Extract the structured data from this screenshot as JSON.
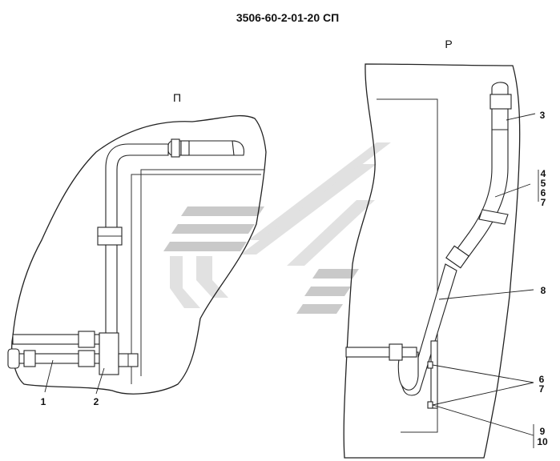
{
  "title": "3506-60-2-01-20 СП",
  "views": {
    "left": "П",
    "right": "Р"
  },
  "callouts": {
    "c1": "1",
    "c2": "2",
    "c3": "3",
    "c4": "4",
    "c5": "5",
    "c6": "6",
    "c7": "7",
    "c8": "8",
    "c6b": "6",
    "c7b": "7",
    "c9": "9",
    "c10": "10"
  },
  "colors": {
    "line": "#222222",
    "watermark": "#b3b3b3"
  }
}
